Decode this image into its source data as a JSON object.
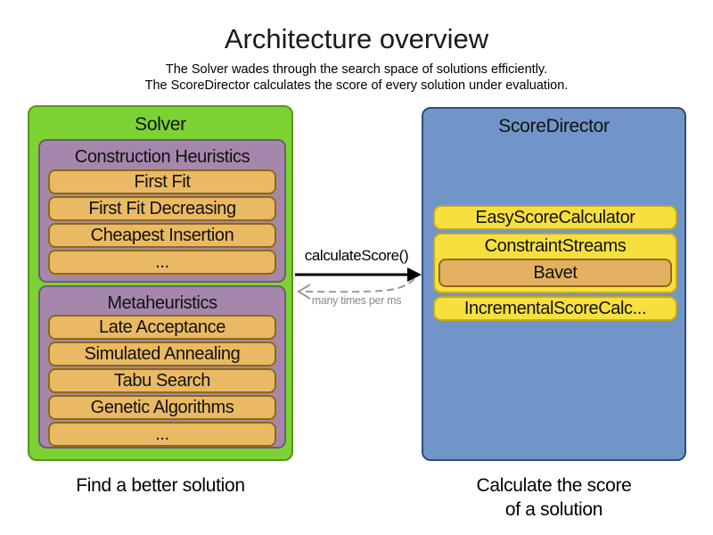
{
  "colors": {
    "solver_fill": "#7cd233",
    "solver_border": "#56951e",
    "group_fill": "#a687ac",
    "group_border": "#6f5a75",
    "item_fill": "#eab964",
    "item_border": "#8f6a0e",
    "director_fill": "#7195c8",
    "director_border": "#2e4d7d",
    "calc_fill": "#f7e03e",
    "calc_border": "#c8a81a",
    "bavet_fill": "#e2b060",
    "bavet_border": "#8f6a12",
    "arrow_solid": "#000000",
    "arrow_dashed": "#999999"
  },
  "header": {
    "title": "Architecture overview",
    "subtitle_line1": "The Solver wades through the search space of solutions efficiently.",
    "subtitle_line2": "The ScoreDirector calculates the score of every solution under evaluation."
  },
  "solver": {
    "label": "Solver",
    "caption": "Find a better solution",
    "construction": {
      "label": "Construction Heuristics",
      "items": [
        "First Fit",
        "First Fit Decreasing",
        "Cheapest Insertion",
        "..."
      ]
    },
    "metaheuristics": {
      "label": "Metaheuristics",
      "items": [
        "Late Acceptance",
        "Simulated Annealing",
        "Tabu Search",
        "Genetic Algorithms",
        "..."
      ]
    }
  },
  "score_director": {
    "label": "ScoreDirector",
    "caption_line1": "Calculate the score",
    "caption_line2": "of a solution",
    "easy": "EasyScoreCalculator",
    "constraint_streams": "ConstraintStreams",
    "bavet": "Bavet",
    "incremental": "IncrementalScoreCalc..."
  },
  "arrow": {
    "call_label": "calculateScore()",
    "frequency_label": "many times per ms"
  }
}
